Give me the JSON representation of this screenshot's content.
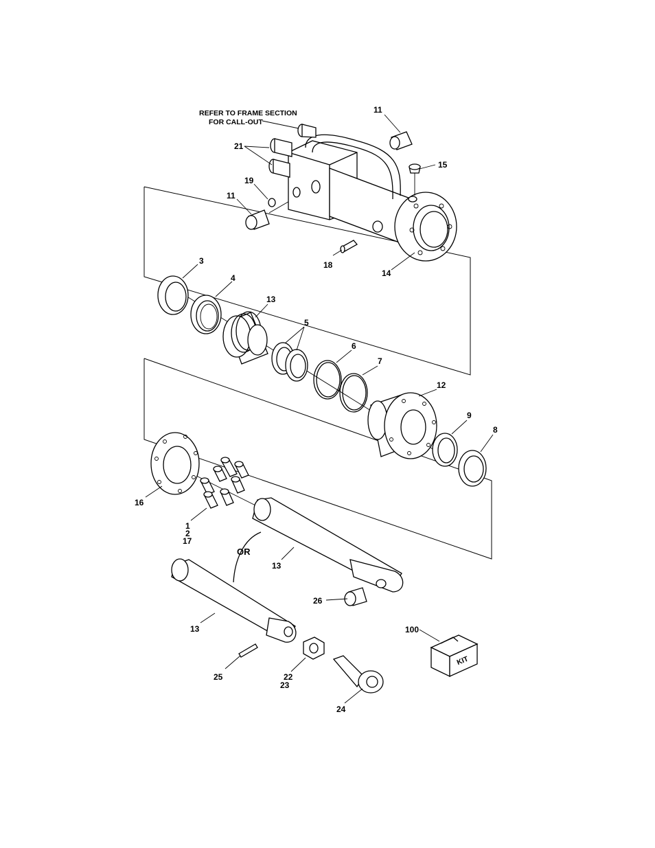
{
  "note": {
    "line1": "REFER TO FRAME SECTION",
    "line2": "FOR CALL-OUT"
  },
  "callouts": {
    "c11a": "11",
    "c21": "21",
    "c15": "15",
    "c19": "19",
    "c11b": "11",
    "c18": "18",
    "c14": "14",
    "c3": "3",
    "c4": "4",
    "c13a": "13",
    "c5": "5",
    "c6": "6",
    "c7": "7",
    "c12": "12",
    "c9": "9",
    "c8": "8",
    "c16": "16",
    "c1": "1",
    "c2": "2",
    "c17": "17",
    "or": "OR",
    "c13b": "13",
    "c26": "26",
    "c13c": "13",
    "c100": "100",
    "c25": "25",
    "c22": "22",
    "c23": "23",
    "c24": "24"
  },
  "kit_label": "KIT"
}
